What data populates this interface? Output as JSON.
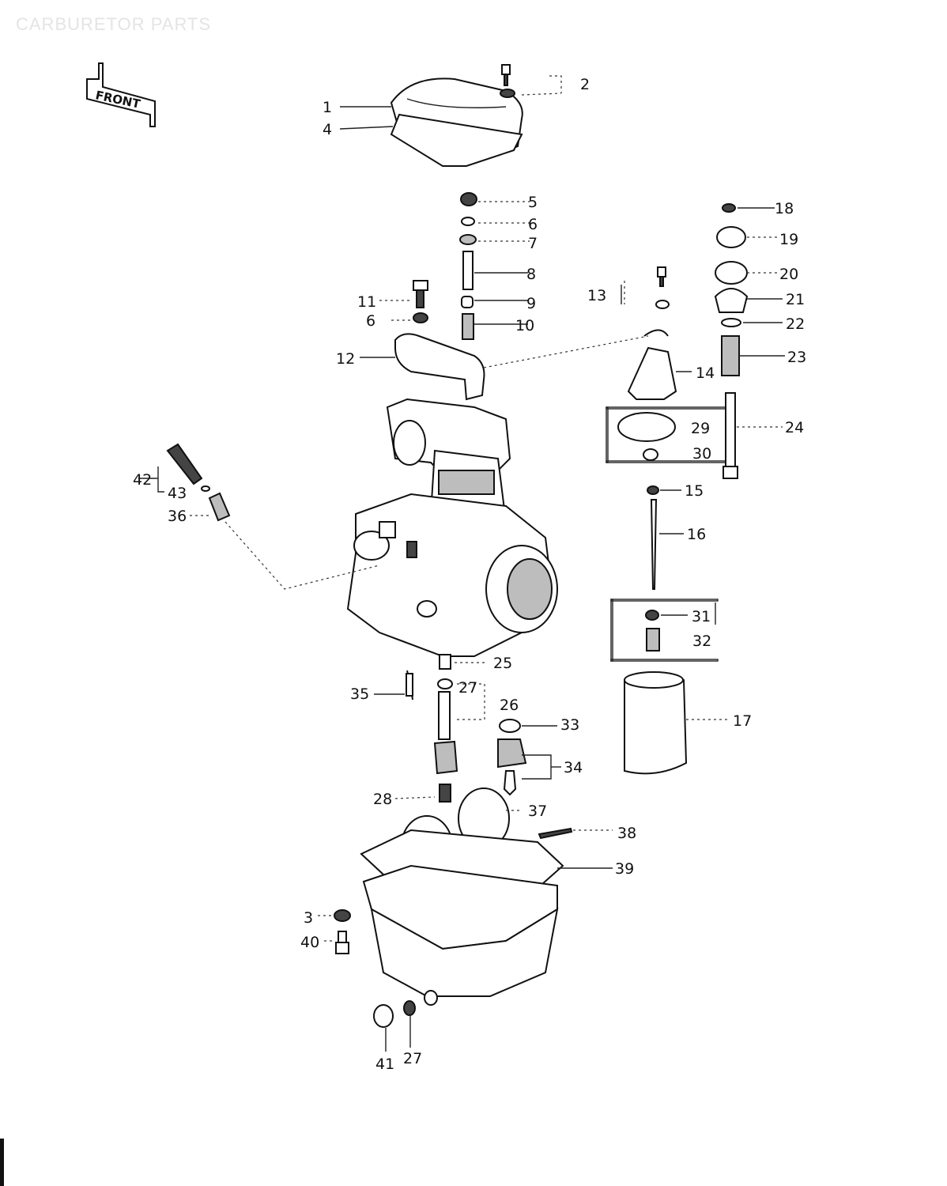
{
  "title": "CARBURETOR PARTS",
  "front_label": "FRONT",
  "colors": {
    "ink": "#111111",
    "paper": "#ffffff",
    "title_watermark": "#e4e4e4"
  },
  "callouts": {
    "c1": "1",
    "c2": "2",
    "c3": "3",
    "c4": "4",
    "c5": "5",
    "c6a": "6",
    "c6b": "6",
    "c7": "7",
    "c8": "8",
    "c9": "9",
    "c10": "10",
    "c11": "11",
    "c12": "12",
    "c13": "13",
    "c14": "14",
    "c15": "15",
    "c16": "16",
    "c17": "17",
    "c18": "18",
    "c19": "19",
    "c20": "20",
    "c21": "21",
    "c22": "22",
    "c23": "23",
    "c24": "24",
    "c25": "25",
    "c26": "26",
    "c27a": "27",
    "c27b": "27",
    "c28": "28",
    "c29": "29",
    "c30": "30",
    "c31": "31",
    "c32": "32",
    "c33": "33",
    "c34": "34",
    "c35": "35",
    "c36": "36",
    "c37": "37",
    "c38": "38",
    "c39": "39",
    "c40": "40",
    "c41": "41",
    "c42": "42",
    "c43": "43"
  }
}
